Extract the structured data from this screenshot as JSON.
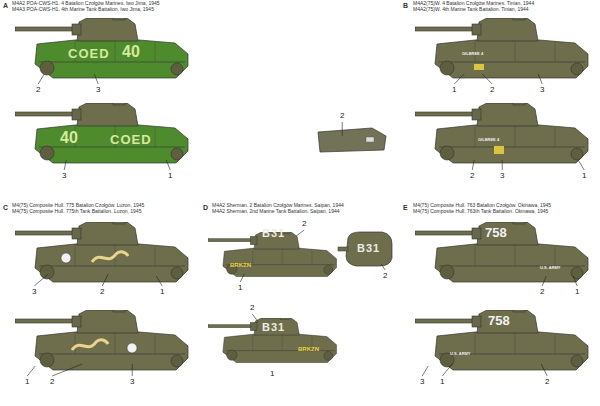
{
  "diagram": {
    "labels": [
      "A",
      "M4A2 POA-CWS-H1. 4 Batalion Czołgów Marines. Iwo Jima, 1945",
      "M4A3 POA-CWS-H1. 4th Marine Tank Battalion. Iwo Jima, 1945",
      "COED",
      "40",
      "2",
      "3",
      "40",
      "COED",
      "3",
      "1",
      "B",
      "M4A2(75)W. 4 Batalion Czołgów Marines. Tinian, 1944",
      "M4A2(75)W. 4th Marine Tank Battalion. Tinian, 1944",
      "GILBREE 4",
      "1",
      "2",
      "3",
      "2",
      "GILBREE 4",
      "2",
      "3",
      "1",
      "C",
      "M4(75) Composite Hull. 775 Batalion Czołgów. Luzon, 1945",
      "M4(75) Composite Hull. 775th Tank Battalion. Luzon, 1945",
      "3",
      "2",
      "1",
      "1",
      "2",
      "3",
      "D",
      "M4A2 Sherman. 2 Batalion Czołgów Marines. Saipan, 1944",
      "M4A2 Sherman. 2nd Marine Tank Battalion. Saipan, 1944",
      "B31",
      "BRKZN",
      "B31",
      "2",
      "1",
      "2",
      "B31",
      "BRKZN",
      "2",
      "1",
      "E",
      "M4(75) Composite Hull. 763 Batalion Czołgów. Okinawa, 1945",
      "M4(75) Composite Hull. 763th Tank Battalion. Okinawa, 1945",
      "758",
      "U.S. ARMY",
      "2",
      "1",
      "758",
      "U.S. ARMY",
      "2",
      "3",
      "1"
    ]
  }
}
